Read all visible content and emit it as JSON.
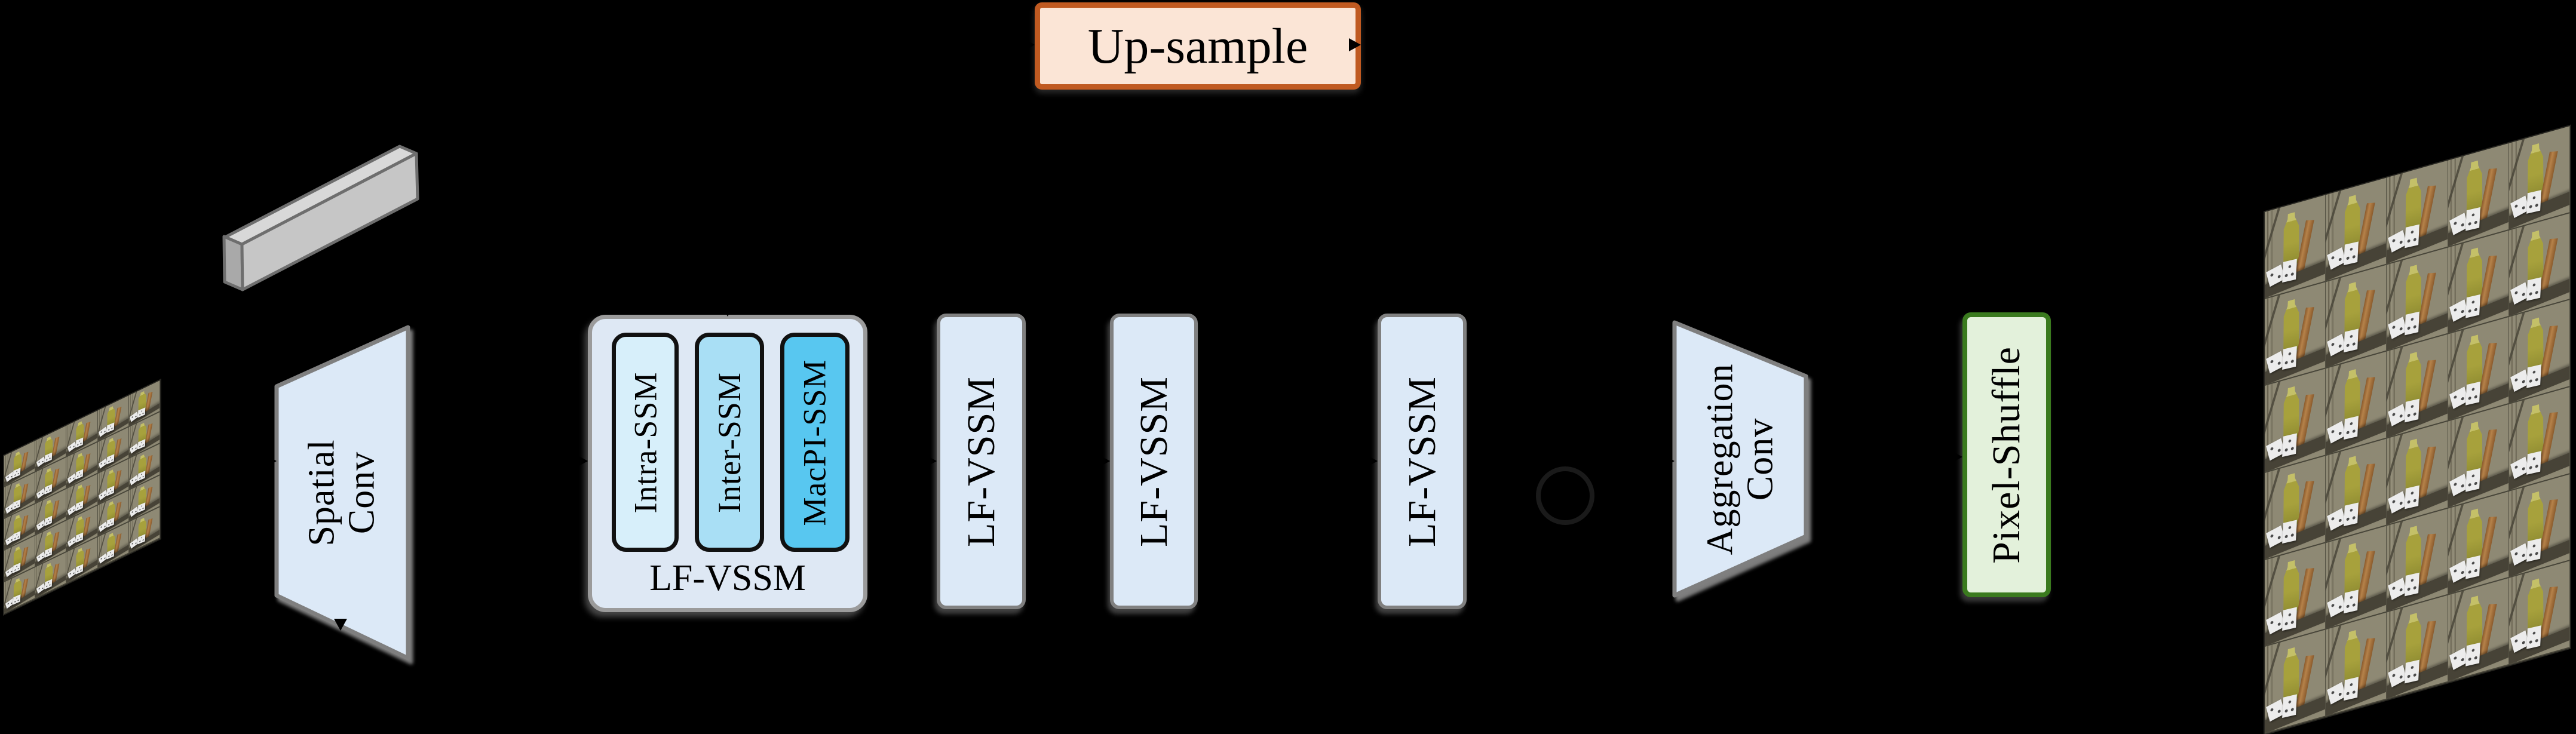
{
  "figure": {
    "background": "#000000"
  },
  "blocks": {
    "up_sample": {
      "label": "Up-sample",
      "fill": "#FBE5D6",
      "border": "#C05A21"
    },
    "spatial_conv": {
      "label": "Spatial Conv",
      "lines": [
        "Spatial",
        "Conv"
      ],
      "fill": "#DCE9F7",
      "border": "#7F7F7F"
    },
    "lf_vssm_group": {
      "label": "LF-VSSM",
      "fill": "#DEE8F4",
      "border": "#9B9B9B",
      "children": [
        {
          "label": "Intra-SSM",
          "fill": "#D7EFFA",
          "border": "#111111"
        },
        {
          "label": "Inter-SSM",
          "fill": "#A9DFF5",
          "border": "#111111"
        },
        {
          "label": "MacPI-SSM",
          "fill": "#58C7F0",
          "border": "#111111"
        }
      ]
    },
    "vssm_repeat": [
      {
        "label": "LF-VSSM"
      },
      {
        "label": "LF-VSSM"
      },
      {
        "label": "LF-VSSM"
      }
    ],
    "ellipsis": "···",
    "aggregation_conv": {
      "label": "Aggregation Conv",
      "lines": [
        "Aggregation",
        "Conv"
      ],
      "fill": "#DCE9F7",
      "border": "#7F7F7F"
    },
    "pixel_shuffle": {
      "label": "Pixel-Shuffle",
      "fill": "#E3F1DB",
      "border": "#3A7A1E"
    }
  },
  "feature_bar": {
    "fill_front": "#C6C6C6",
    "fill_top": "#D8D8D8",
    "fill_end": "#A9A9A9",
    "edge": "#6E6E6E"
  },
  "circle_node": {
    "stroke": "#1A1A1A"
  },
  "light_fields": {
    "input": {
      "rows": 5,
      "cols": 5
    },
    "output": {
      "rows": 6,
      "cols": 5
    },
    "scene": {
      "wall": "#8E8974",
      "floor": "#474337",
      "bottle": "#A8A23A",
      "dice": "#ECECEC",
      "plank": "#B5824A",
      "pole": "#9A9580"
    }
  }
}
